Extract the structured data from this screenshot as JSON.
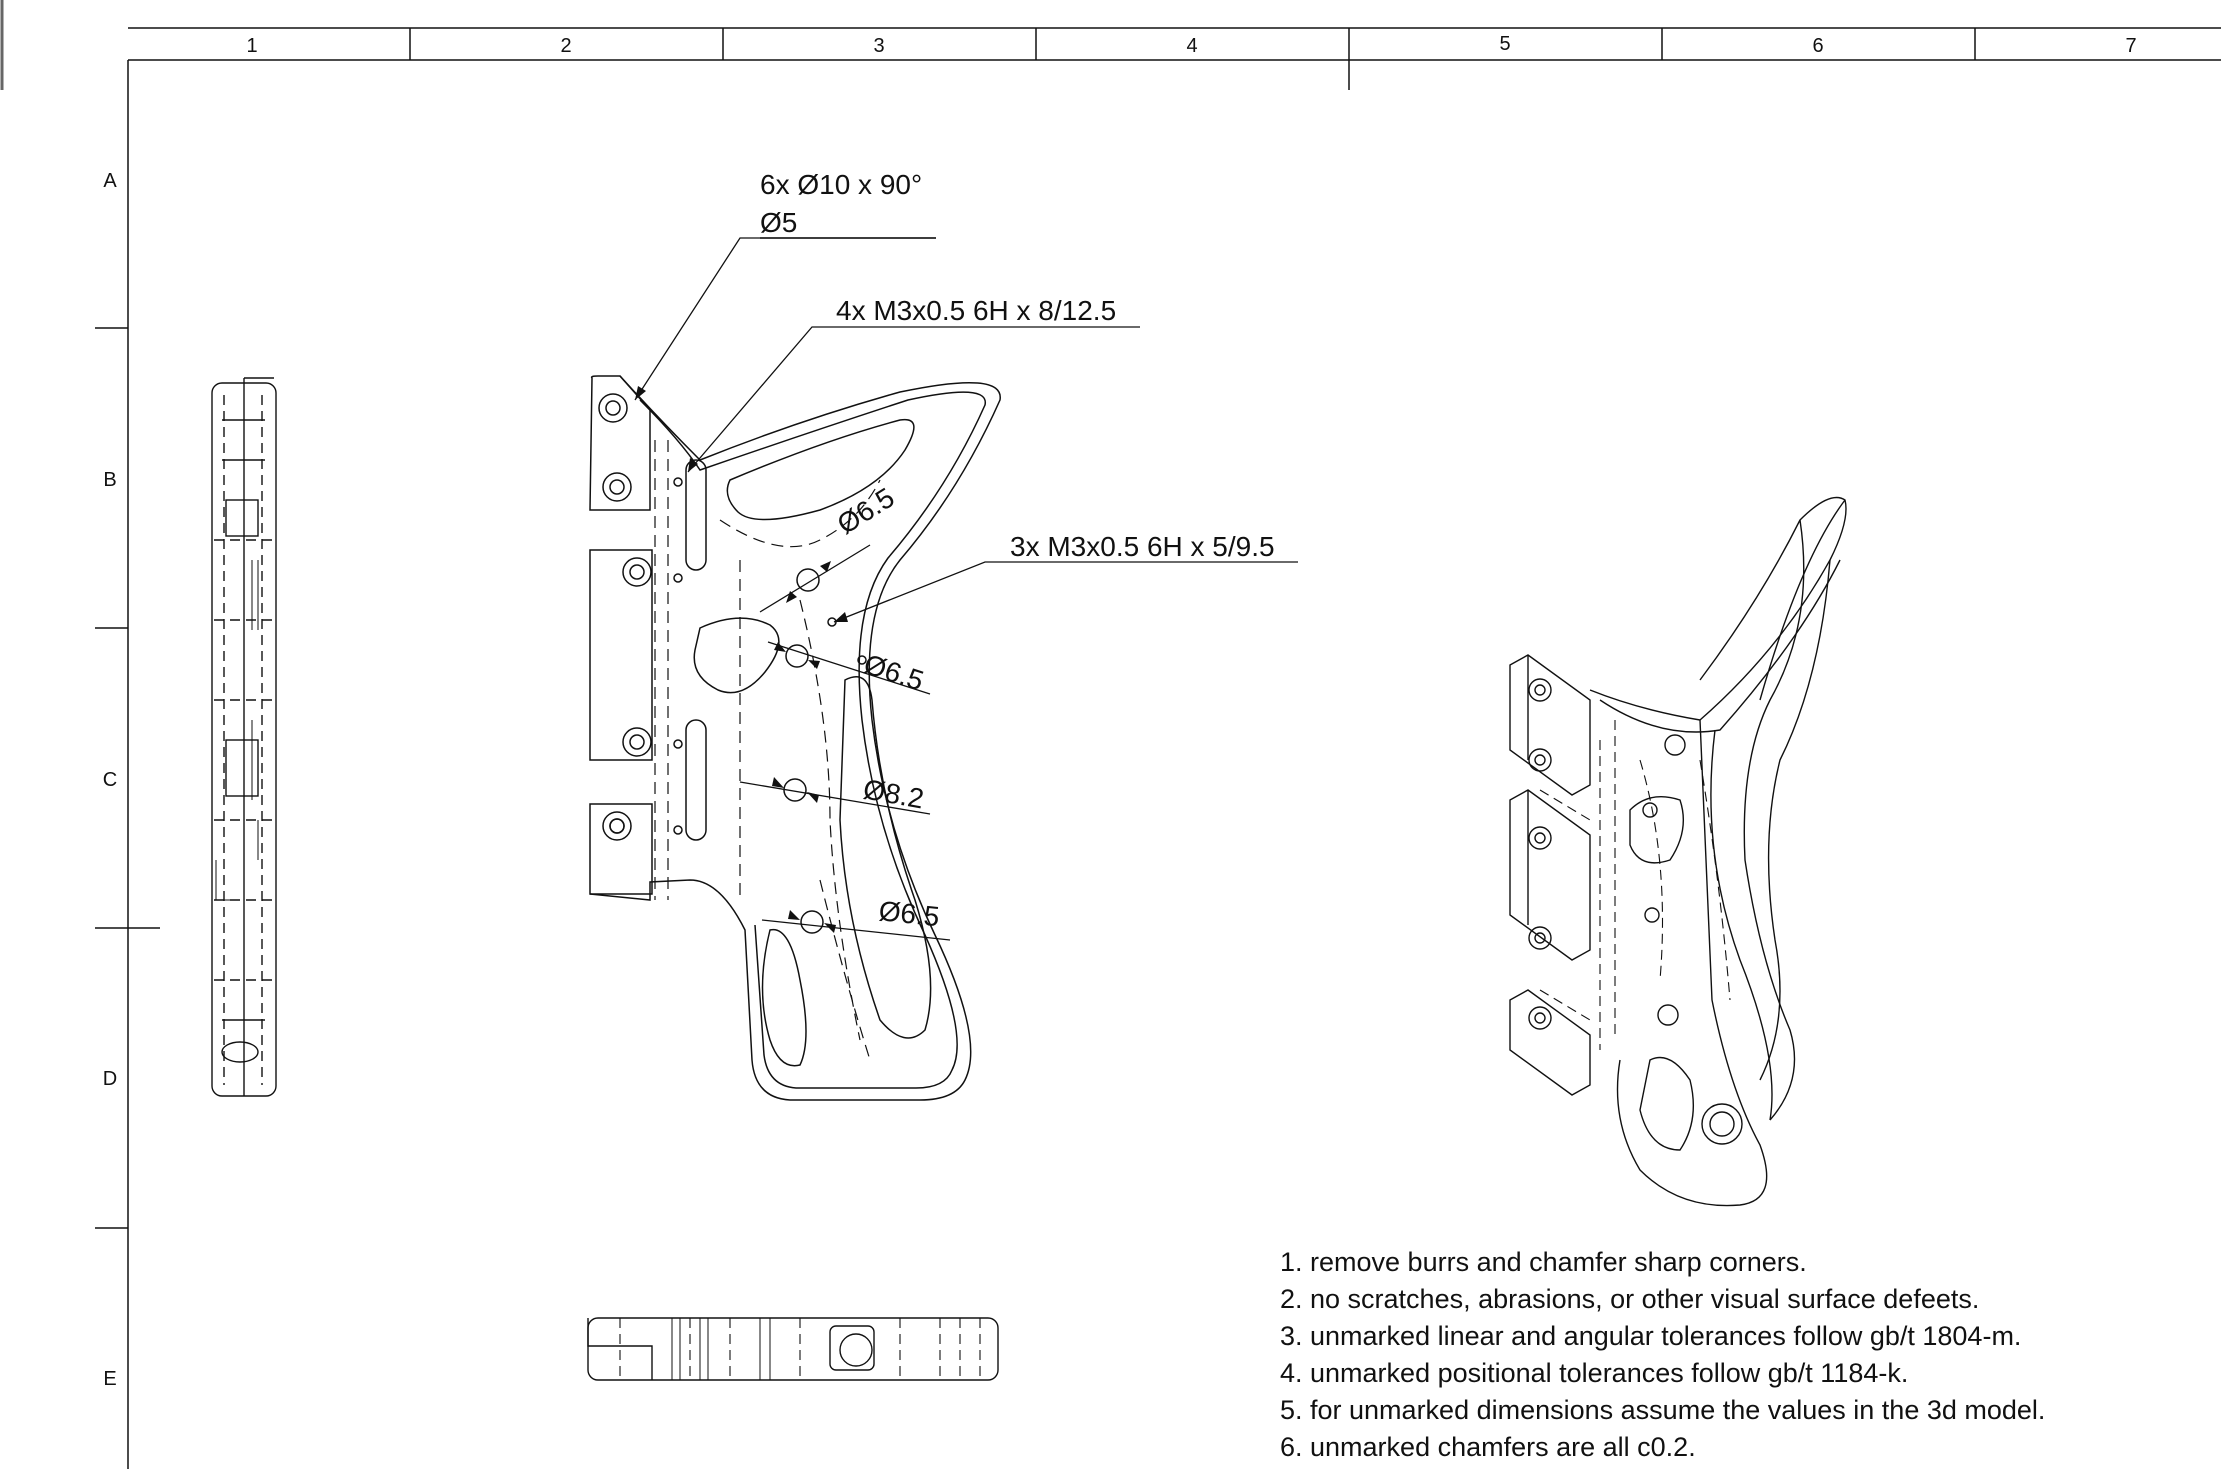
{
  "sheet": {
    "column_labels": [
      "1",
      "2",
      "3",
      "4",
      "5",
      "6",
      "7"
    ],
    "row_labels": [
      "A",
      "B",
      "C",
      "D",
      "E"
    ]
  },
  "callouts": {
    "countersink": "6x Ø10 x 90°",
    "through_hole": "Ø5",
    "thread_4x": "4x M3x0.5 6H x 8/12.5",
    "thread_3x": "3x M3x0.5 6H x 5/9.5",
    "dia_1": "Ø6.5",
    "dia_2": "Ø6.5",
    "dia_3": "Ø8.2",
    "dia_4": "Ø6.5"
  },
  "notes": [
    "1. remove burrs and chamfer sharp corners.",
    "2. no scratches, abrasions, or other visual surface defeets.",
    "3. unmarked linear and angular tolerances follow gb/t 1804-m.",
    "4. unmarked positional tolerances follow gb/t 1184-k.",
    "5. for unmarked dimensions assume the values in the 3d model.",
    "6. unmarked chamfers are all c0.2."
  ],
  "colors": {
    "line": "#111111",
    "background": "#ffffff"
  }
}
